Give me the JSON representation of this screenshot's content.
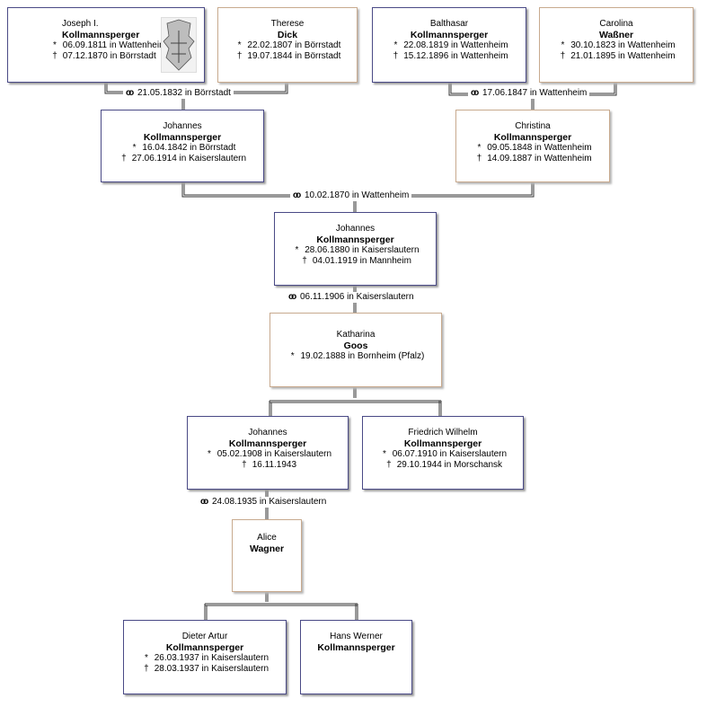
{
  "symbols": {
    "birth": "*",
    "death": "†",
    "marriage": "oo"
  },
  "persons": {
    "joseph": {
      "given": "Joseph I.",
      "surname": "Kollmannsperger",
      "birth": "06.09.1811 in Wattenheim",
      "death": "07.12.1870 in Börrstadt"
    },
    "therese": {
      "given": "Therese",
      "surname": "Dick",
      "birth": "22.02.1807 in Börrstadt",
      "death": "19.07.1844 in Börrstadt"
    },
    "balthasar": {
      "given": "Balthasar",
      "surname": "Kollmannsperger",
      "birth": "22.08.1819 in Wattenheim",
      "death": "15.12.1896 in Wattenheim"
    },
    "carolina": {
      "given": "Carolina",
      "surname": "Waßner",
      "birth": "30.10.1823 in Wattenheim",
      "death": "21.01.1895 in Wattenheim"
    },
    "johannes1": {
      "given": "Johannes",
      "surname": "Kollmannsperger",
      "birth": "16.04.1842 in Börrstadt",
      "death": "27.06.1914 in Kaiserslautern"
    },
    "christina": {
      "given": "Christina",
      "surname": "Kollmannsperger",
      "birth": "09.05.1848 in Wattenheim",
      "death": "14.09.1887 in Wattenheim"
    },
    "johannes2": {
      "given": "Johannes",
      "surname": "Kollmannsperger",
      "birth": "28.06.1880 in Kaiserslautern",
      "death": "04.01.1919 in Mannheim"
    },
    "katharina": {
      "given": "Katharina",
      "surname": "Goos",
      "birth": "19.02.1888 in Bornheim (Pfalz)"
    },
    "johannes3": {
      "given": "Johannes",
      "surname": "Kollmannsperger",
      "birth": "05.02.1908 in Kaiserslautern",
      "death": "16.11.1943"
    },
    "friedrich": {
      "given": "Friedrich Wilhelm",
      "surname": "Kollmannsperger",
      "birth": "06.07.1910 in Kaiserslautern",
      "death": "29.10.1944 in Morschansk"
    },
    "alice": {
      "given": "Alice",
      "surname": "Wagner"
    },
    "dieter": {
      "given": "Dieter Artur",
      "surname": "Kollmannsperger",
      "birth": "26.03.1937 in Kaiserslautern",
      "death": "28.03.1937 in Kaiserslautern"
    },
    "hans": {
      "given": "Hans Werner",
      "surname": "Kollmannsperger"
    }
  },
  "marriages": {
    "m1": "21.05.1832 in Börrstadt",
    "m2": "17.06.1847 in Wattenheim",
    "m3": "10.02.1870 in Wattenheim",
    "m4": "06.11.1906 in Kaiserslautern",
    "m5": "24.08.1935 in Kaiserslautern"
  }
}
